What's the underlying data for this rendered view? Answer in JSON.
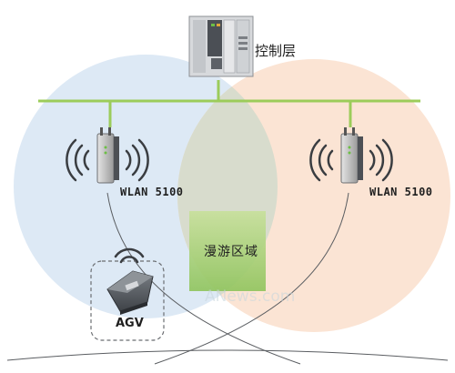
{
  "labels": {
    "control_layer": "控制层",
    "ap_left": "WLAN 5100",
    "ap_right": "WLAN 5100",
    "roaming_zone": "漫游区域",
    "agv": "AGV",
    "watermark": "ANews.com"
  },
  "colors": {
    "left_cell": "#dce9f5",
    "right_cell": "#fbe5d6",
    "overlap": "#c9dcc0",
    "roaming_zone": "#a8d07a",
    "network_bus": "#9ccc5a"
  },
  "icons": {
    "controller": "plc-controller-icon",
    "access_point": "wireless-access-point-icon",
    "agv": "agv-vehicle-icon",
    "signal": "wifi-signal-icon"
  }
}
